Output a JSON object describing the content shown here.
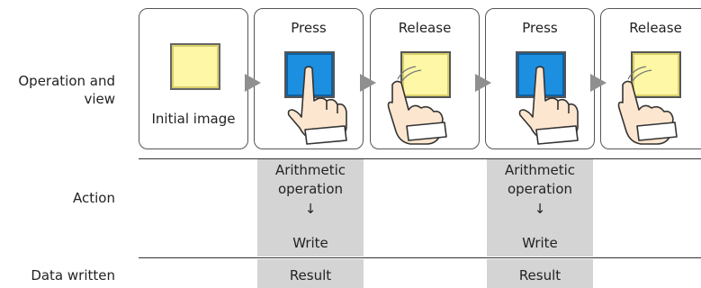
{
  "rows": {
    "operation_view": "Operation and view",
    "action": "Action",
    "data_written": "Data written"
  },
  "panels": [
    {
      "caption": "",
      "bottom_caption": "Initial image",
      "button_color": "#fdf7a6"
    },
    {
      "caption": "Press",
      "bottom_caption": "",
      "button_color": "#1c8fe0"
    },
    {
      "caption": "Release",
      "bottom_caption": "",
      "button_color": "#fdf7a6"
    },
    {
      "caption": "Press",
      "bottom_caption": "",
      "button_color": "#1c8fe0"
    },
    {
      "caption": "Release",
      "bottom_caption": "",
      "button_color": "#fdf7a6"
    }
  ],
  "actions": [
    {
      "line1": "Arithmetic",
      "line2": "operation",
      "arrow": "↓",
      "line3": "Write",
      "result": "Result"
    },
    {
      "line1": "Arithmetic",
      "line2": "operation",
      "arrow": "↓",
      "line3": "Write",
      "result": "Result"
    }
  ],
  "colors": {
    "gray_cell": "#d4d4d4",
    "arrow": "#8f8f8f",
    "hand_fill": "#fde6cf",
    "yellow_button": "#fdf7a6",
    "blue_button": "#1c8fe0"
  }
}
